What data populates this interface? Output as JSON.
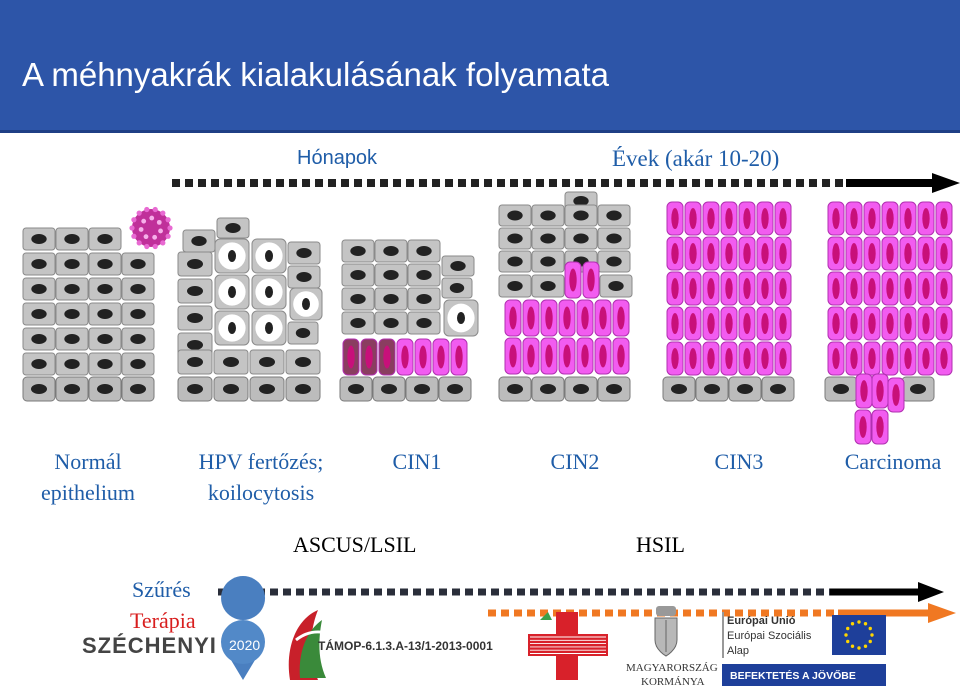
{
  "title": "A méhnyakrák kialakulásának folyamata",
  "timeline": {
    "left_label": "Hónapok",
    "right_label": "Évek (akár 10-20)"
  },
  "stages": [
    {
      "key": "normal",
      "line1": "Normál",
      "line2": "epithelium"
    },
    {
      "key": "hpv",
      "line1": "HPV fertőzés;",
      "line2": "koilocytosis"
    },
    {
      "key": "cin1",
      "line1": "CIN1"
    },
    {
      "key": "cin2",
      "line1": "CIN2"
    },
    {
      "key": "cin3",
      "line1": "CIN3"
    },
    {
      "key": "carcinoma",
      "line1": "Carcinoma"
    }
  ],
  "classification": {
    "low": "ASCUS/LSIL",
    "high": "HSIL"
  },
  "arrows": {
    "screening": "Szűrés",
    "therapy": "Terápia"
  },
  "colors": {
    "header": "#2d55a8",
    "normal_cell": "#c4c4c4",
    "dysplastic_cell": "#f25cf0",
    "screening_arrow": "#222222",
    "therapy_arrow": "#f07822"
  },
  "footer": {
    "szechenyi": "SZÉCHENYI",
    "year": "2020",
    "project_code": "TÁMOP-6.1.3.A-13/1-2013-0001",
    "country_line1": "MAGYARORSZÁG",
    "country_line2": "KORMÁNYA",
    "eu_line1": "Európai Unió",
    "eu_line2": "Európai Szociális",
    "eu_line3": "Alap",
    "banner": "BEFEKTETÉS A JÖVŐBE"
  }
}
